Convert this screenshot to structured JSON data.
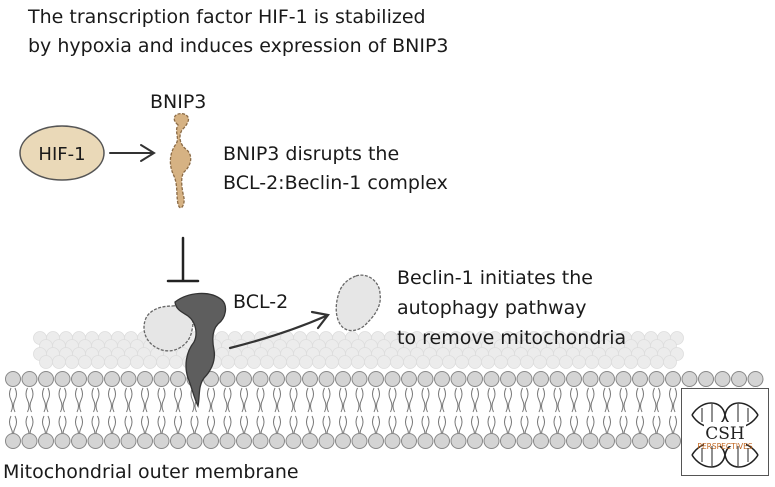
{
  "title": {
    "line1": "The transcription factor HIF-1 is stabilized",
    "line2": "by hypoxia and induces expression of BNIP3"
  },
  "labels": {
    "hif1": "HIF-1",
    "bnip3": "BNIP3",
    "bnip3_note_line1": "BNIP3 disrupts the",
    "bnip3_note_line2": "BCL-2:Beclin-1 complex",
    "bcl2": "BCL-2",
    "beclin_note_line1": "Beclin-1 initiates the",
    "beclin_note_line2": "autophagy pathway",
    "beclin_note_line3": "to remove mitochondria",
    "membrane": "Mitochondrial outer membrane"
  },
  "logo": {
    "text": "CSH",
    "subtext": "PERSPECTIVES"
  },
  "colors": {
    "hif1_fill": "#ead9b8",
    "bnip3_fill": "#d6b283",
    "bcl2_fill": "#5e5e5e",
    "beclin_fill": "#e6e6e6",
    "lipid_head": "#d4d4d4",
    "logo_accent": "#c0651f"
  }
}
